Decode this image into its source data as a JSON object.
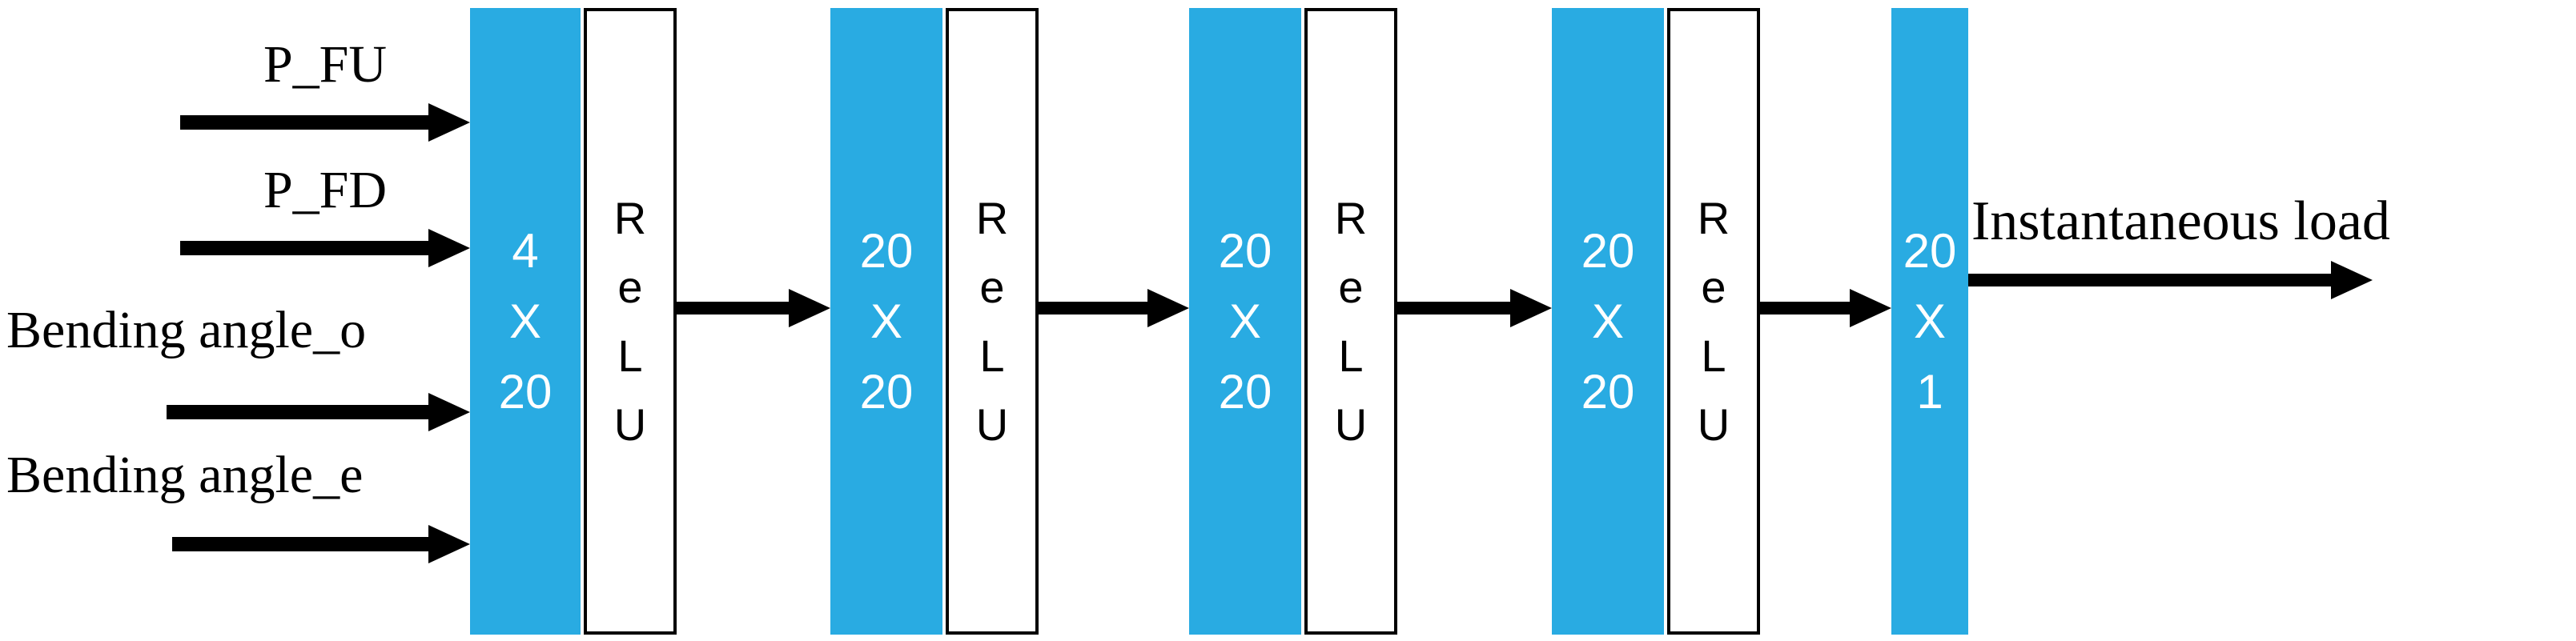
{
  "colors": {
    "layer_fill": "#29ABE2",
    "relu_fill": "#FFFFFF",
    "line": "#000000",
    "text_on_layer": "#FFFFFF"
  },
  "inputs": [
    {
      "label": "P_FU"
    },
    {
      "label": "P_FD"
    },
    {
      "label": "Bending angle_o"
    },
    {
      "label": "Bending angle_e"
    }
  ],
  "layers": [
    {
      "dims": [
        "4",
        "X",
        "20"
      ],
      "activation": [
        "R",
        "e",
        "L",
        "U"
      ]
    },
    {
      "dims": [
        "20",
        "X",
        "20"
      ],
      "activation": [
        "R",
        "e",
        "L",
        "U"
      ]
    },
    {
      "dims": [
        "20",
        "X",
        "20"
      ],
      "activation": [
        "R",
        "e",
        "L",
        "U"
      ]
    },
    {
      "dims": [
        "20",
        "X",
        "20"
      ],
      "activation": [
        "R",
        "e",
        "L",
        "U"
      ]
    },
    {
      "dims": [
        "20",
        "X",
        "1"
      ]
    }
  ],
  "output": {
    "label": "Instantaneous load"
  }
}
